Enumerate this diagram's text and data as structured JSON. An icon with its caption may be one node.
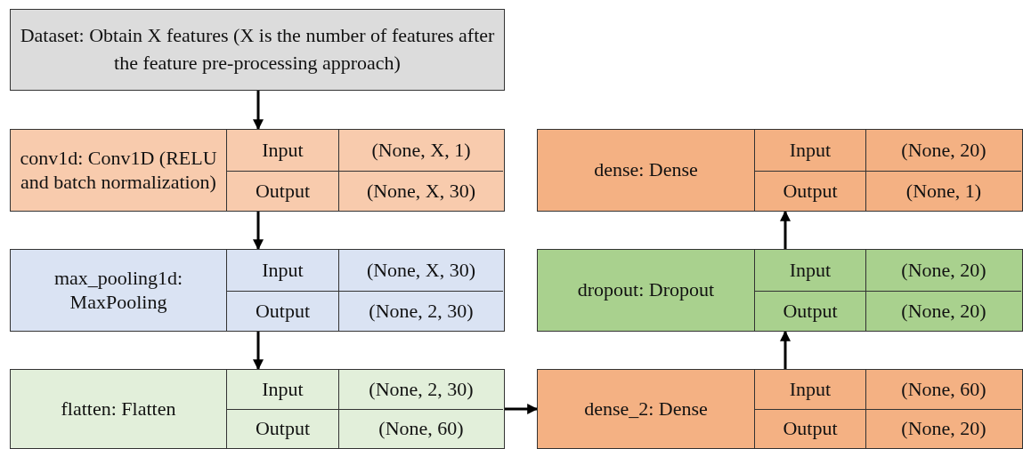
{
  "diagram": {
    "nodes": [
      {
        "text": [
          "Dataset: Obtain X features (X is the number of features after the feature pre-processing approach)"
        ]
      },
      {
        "text": [
          "conv1d: Conv1D (RELU and batch normalization)",
          "Input",
          "(None, X, 1)",
          "Output",
          "(None, X, 30)"
        ]
      },
      {
        "text": [
          "max_pooling1d: MaxPooling",
          "Input",
          "(None, X, 30)",
          "Output",
          "(None, 2, 30)"
        ]
      },
      {
        "text": [
          "flatten: Flatten",
          "Input",
          "(None, 2, 30)",
          "Output",
          "(None, 60)"
        ]
      },
      {
        "text": [
          "dense_2: Dense",
          "Input",
          "(None, 60)",
          "Output",
          "(None, 20)"
        ]
      },
      {
        "text": [
          "dropout: Dropout",
          "Input",
          "(None, 20)",
          "Output",
          "(None, 20)"
        ]
      },
      {
        "text": [
          "dense: Dense",
          "Input",
          "(None, 20)",
          "Output",
          "(None, 1)"
        ]
      }
    ],
    "edges": [
      {
        "from": 0,
        "to": 1,
        "arrow": "to"
      },
      {
        "from": 1,
        "to": 2,
        "arrow": "to"
      },
      {
        "from": 2,
        "to": 3,
        "arrow": "to"
      },
      {
        "from": 3,
        "to": 4,
        "arrow": "to"
      },
      {
        "from": 4,
        "to": 5,
        "arrow": "to"
      },
      {
        "from": 5,
        "to": 6,
        "arrow": "to"
      }
    ]
  }
}
